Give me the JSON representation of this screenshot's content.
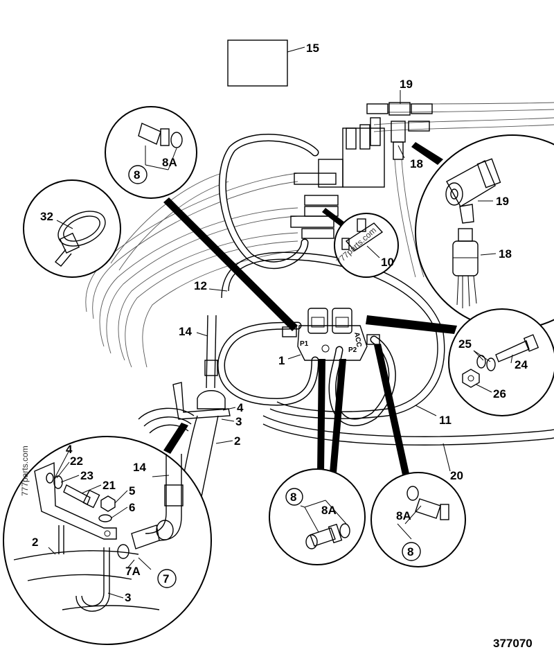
{
  "drawing_number": "377070",
  "watermarks": {
    "top": "777parts.com",
    "left": "777parts.com"
  },
  "callouts": {
    "c1": "1",
    "c2": "2",
    "c2b": "2",
    "c3": "3",
    "c3b": "3",
    "c4": "4",
    "c4b": "4",
    "c5": "5",
    "c6": "6",
    "c7": "7",
    "c7a": "7A",
    "c8a": "8",
    "c8aa": "8A",
    "c8b": "8",
    "c8ba": "8A",
    "c8c": "8",
    "c8ca": "8A",
    "c10": "10",
    "c11": "11",
    "c12": "12",
    "c14": "14",
    "c14b": "14",
    "c15": "15",
    "c18": "18",
    "c18b": "18",
    "c19": "19",
    "c19b": "19",
    "c20": "20",
    "c21": "21",
    "c22": "22",
    "c23": "23",
    "c24": "24",
    "c25": "25",
    "c26": "26",
    "c32": "32"
  },
  "valve_marks": {
    "p1": "P1",
    "p2": "P2",
    "acc": "ACC"
  }
}
